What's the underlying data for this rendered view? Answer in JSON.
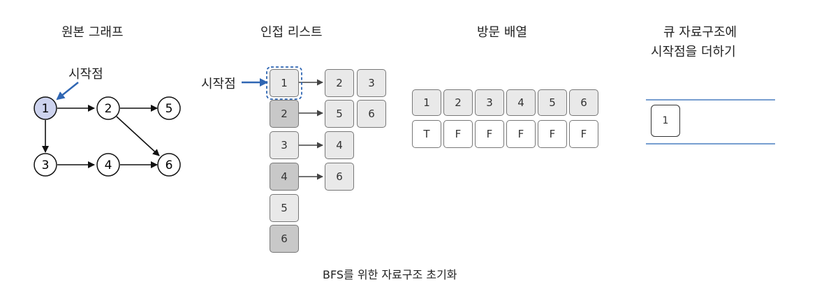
{
  "titles": {
    "graph": "원본 그래프",
    "adj": "인접 리스트",
    "visited": "방문 배열",
    "queue_line1": "큐 자료구조에",
    "queue_line2": "시작점을 더하기"
  },
  "start_label": "시작점",
  "graph": {
    "nodes": [
      {
        "id": "1",
        "start": true
      },
      {
        "id": "2"
      },
      {
        "id": "5"
      },
      {
        "id": "3"
      },
      {
        "id": "4"
      },
      {
        "id": "6"
      }
    ],
    "edges": [
      [
        "1",
        "2"
      ],
      [
        "2",
        "5"
      ],
      [
        "1",
        "3"
      ],
      [
        "3",
        "4"
      ],
      [
        "4",
        "6"
      ],
      [
        "2",
        "6"
      ]
    ]
  },
  "adjacency": [
    {
      "node": "1",
      "neighbors": [
        "2",
        "3"
      ]
    },
    {
      "node": "2",
      "neighbors": [
        "5",
        "6"
      ]
    },
    {
      "node": "3",
      "neighbors": [
        "4"
      ]
    },
    {
      "node": "4",
      "neighbors": [
        "6"
      ]
    },
    {
      "node": "5",
      "neighbors": []
    },
    {
      "node": "6",
      "neighbors": []
    }
  ],
  "visited": {
    "indices": [
      "1",
      "2",
      "3",
      "4",
      "5",
      "6"
    ],
    "values": [
      "T",
      "F",
      "F",
      "F",
      "F",
      "F"
    ]
  },
  "queue": [
    "1"
  ],
  "caption": "BFS를 위한 자료구조 초기화",
  "colors": {
    "start_node": "#cdd3ee",
    "arrow_blue": "#2f66b3",
    "queue_line": "#4a7ec0"
  }
}
